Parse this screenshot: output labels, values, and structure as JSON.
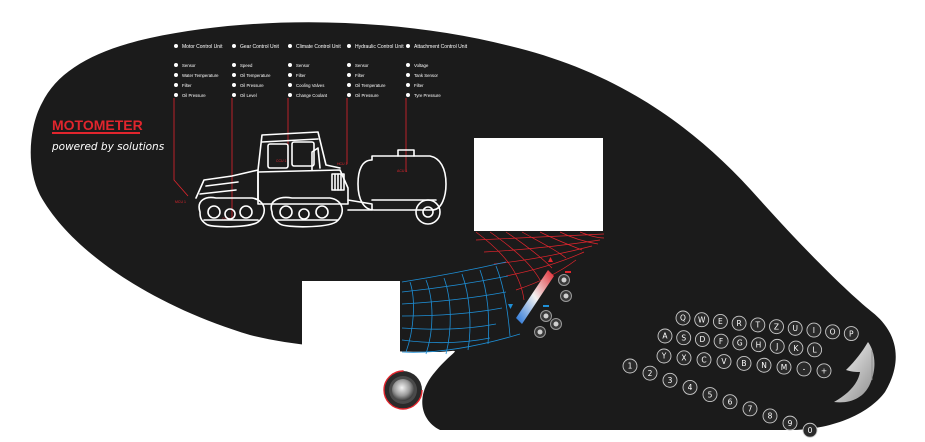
{
  "brand": {
    "name": "MOTOMETER",
    "tagline": "powered by solutions",
    "color": "#e1252d"
  },
  "units": [
    {
      "title": "Motor Control Unit",
      "items": [
        "Sensor",
        "Water Temperature",
        "Filter",
        "Oil Pressure"
      ],
      "connector": "MCU 1"
    },
    {
      "title": "Gear Control Unit",
      "items": [
        "Speed",
        "Oil Temperature",
        "Oil Pressure",
        "Oil Level"
      ],
      "connector": "GCU 1"
    },
    {
      "title": "Climate Control Unit",
      "items": [
        "Sensor",
        "Filter",
        "Cooling Valves",
        "Change Coolant"
      ],
      "connector": "CCU 1"
    },
    {
      "title": "Hydraulic Control Unit",
      "items": [
        "Sensor",
        "Filter",
        "Oil Temperature",
        "Oil Pressure"
      ],
      "connector": "HCU 1"
    },
    {
      "title": "Attachment Control Unit",
      "items": [
        "Voltage",
        "Tank Sensor",
        "Filter",
        "Tyre Pressure"
      ],
      "connector": "ACU 1"
    }
  ],
  "keyboard": {
    "row1": [
      "Q",
      "W",
      "E",
      "R",
      "T",
      "Z",
      "U",
      "I",
      "O",
      "P"
    ],
    "row2": [
      "A",
      "S",
      "D",
      "F",
      "G",
      "H",
      "J",
      "K",
      "L"
    ],
    "row3": [
      "Y",
      "X",
      "C",
      "V",
      "B",
      "N",
      "M",
      "-",
      "+"
    ],
    "row4": [
      "1",
      "2",
      "3",
      "4",
      "5",
      "6",
      "7",
      "8",
      "9",
      "0"
    ]
  },
  "colors": {
    "panel": "#1b1b1b",
    "accent": "#e1252d",
    "cool": "#1e8fd6",
    "key_ring": "#c9c9c9"
  }
}
